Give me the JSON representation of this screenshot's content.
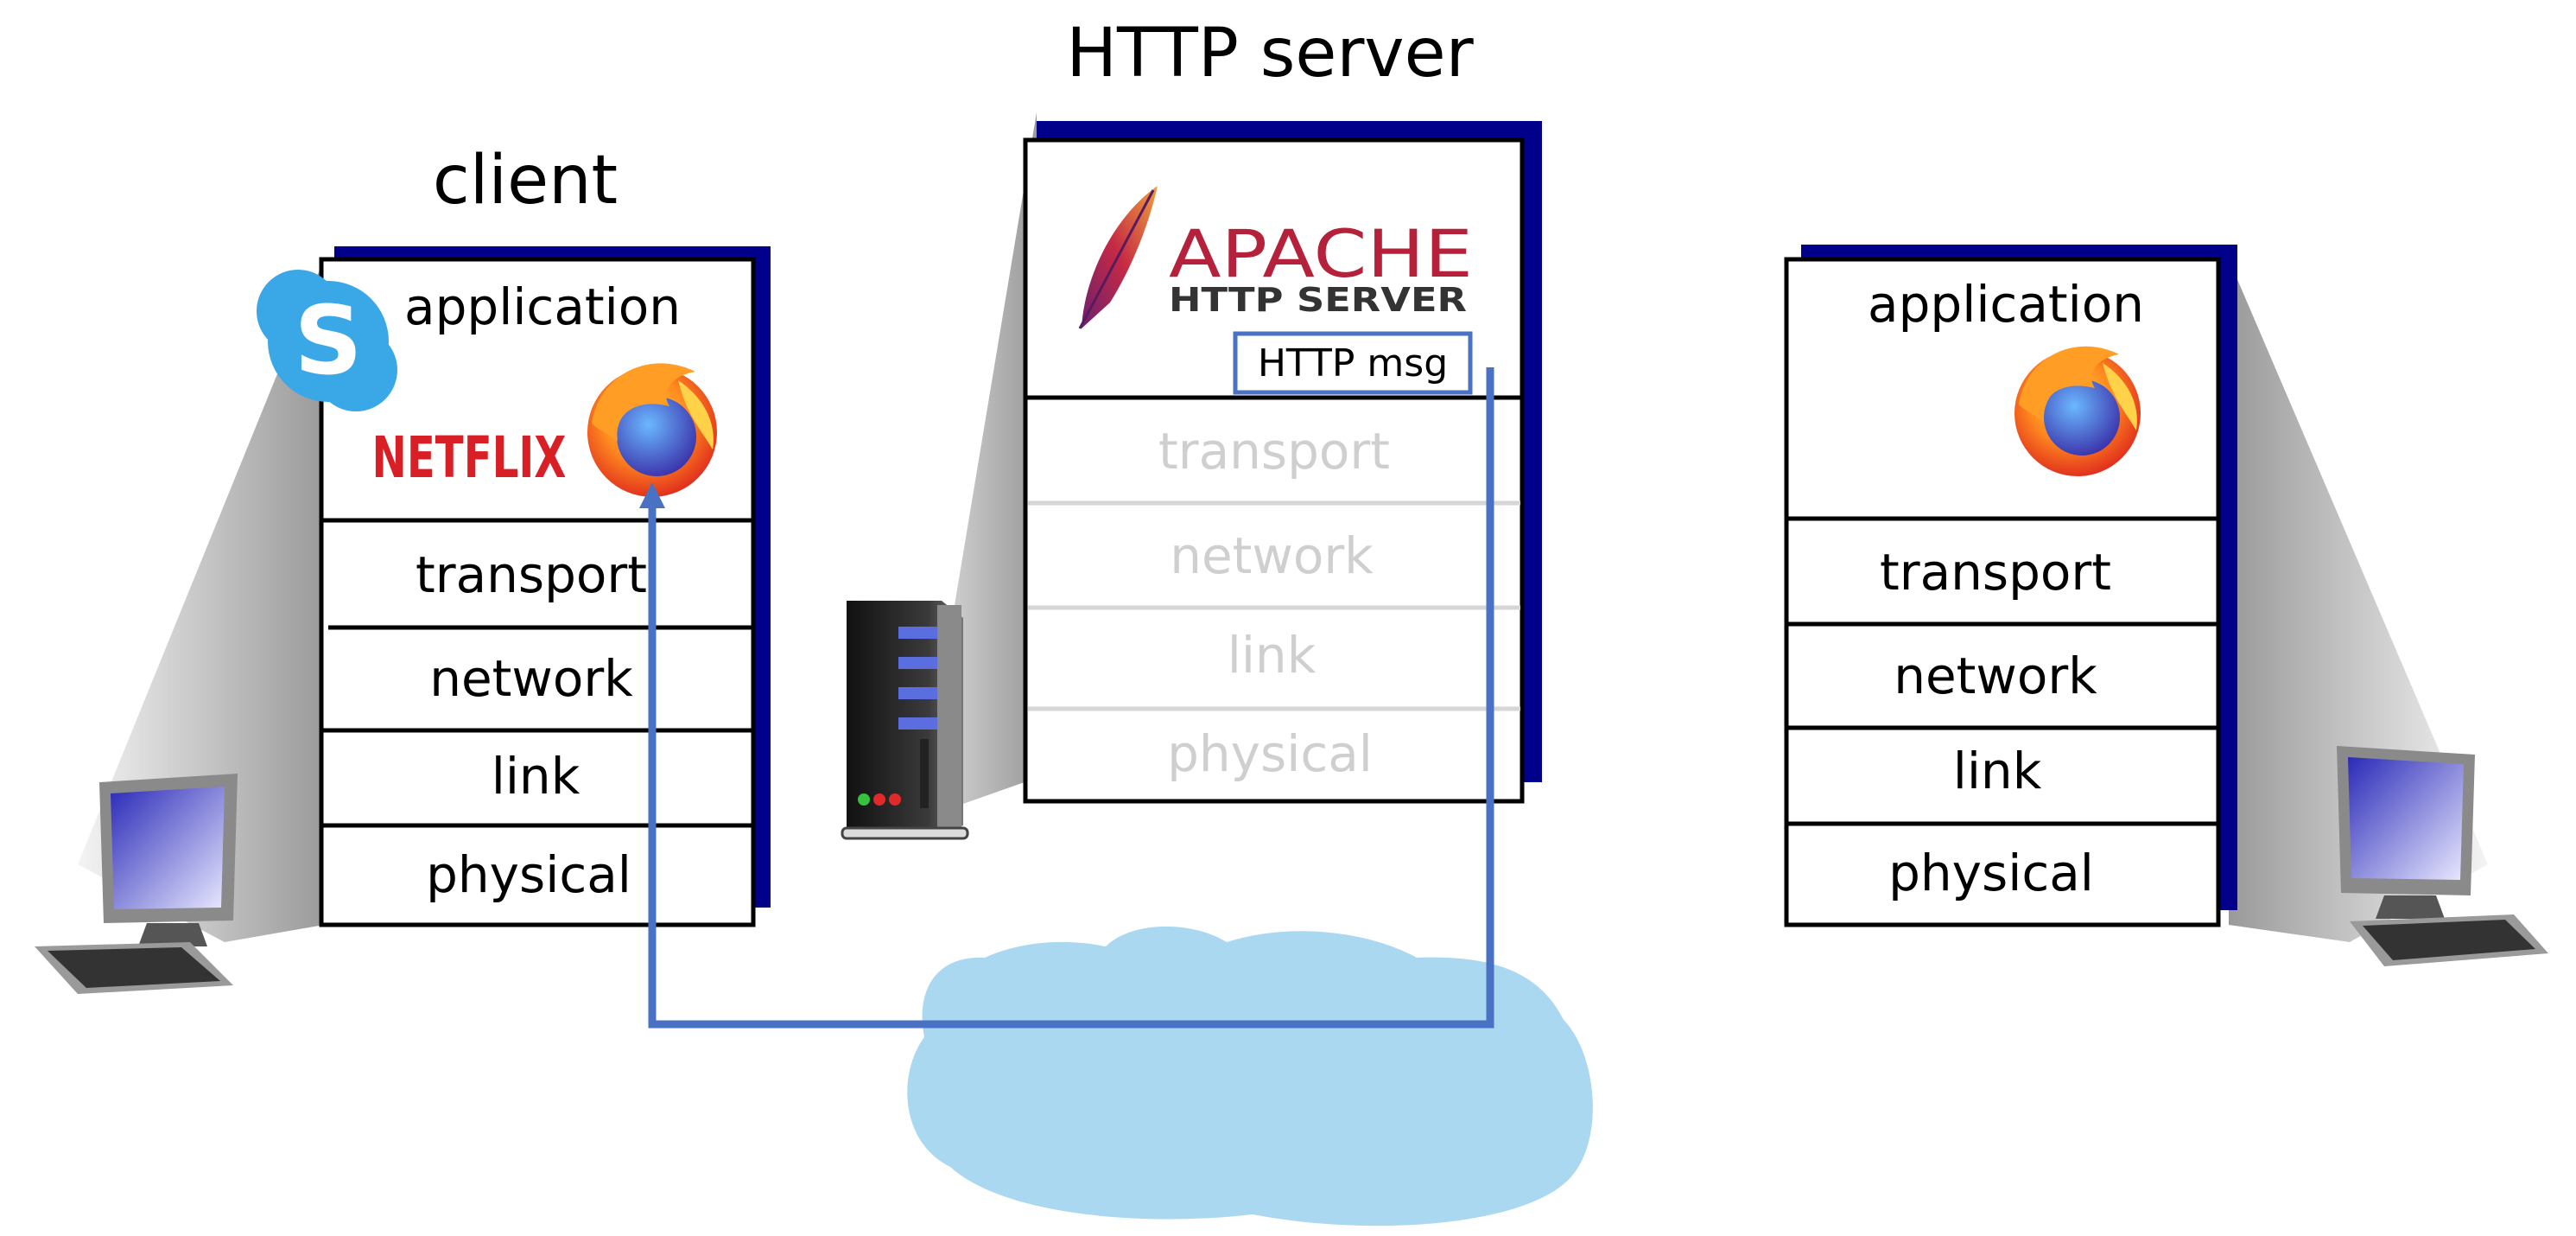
{
  "client": {
    "title": "client",
    "layers": [
      "application",
      "transport",
      "network",
      "link",
      "physical"
    ],
    "app_logos": [
      "NETFLIX"
    ]
  },
  "server": {
    "title": "HTTP server",
    "logo_text": "APACHE",
    "logo_subtext": "HTTP SERVER",
    "message_label": "HTTP msg",
    "layers": [
      "transport",
      "network",
      "link",
      "physical"
    ]
  },
  "right_host": {
    "layers": [
      "application",
      "transport",
      "network",
      "link",
      "physical"
    ]
  },
  "colors": {
    "stack_shadow": "#00008b",
    "message_path": "#4a72c4",
    "cloud": "#a9d8f0",
    "faded_text": "#cfcfcf",
    "netflix_red": "#d81f26",
    "apache_red": "#b5213a",
    "skype_blue": "#3aa7e6"
  },
  "icons": [
    "skype-icon",
    "netflix-logo",
    "firefox-icon",
    "apache-feather-icon",
    "server-tower-icon",
    "desktop-computer-icon",
    "network-cloud-icon"
  ]
}
